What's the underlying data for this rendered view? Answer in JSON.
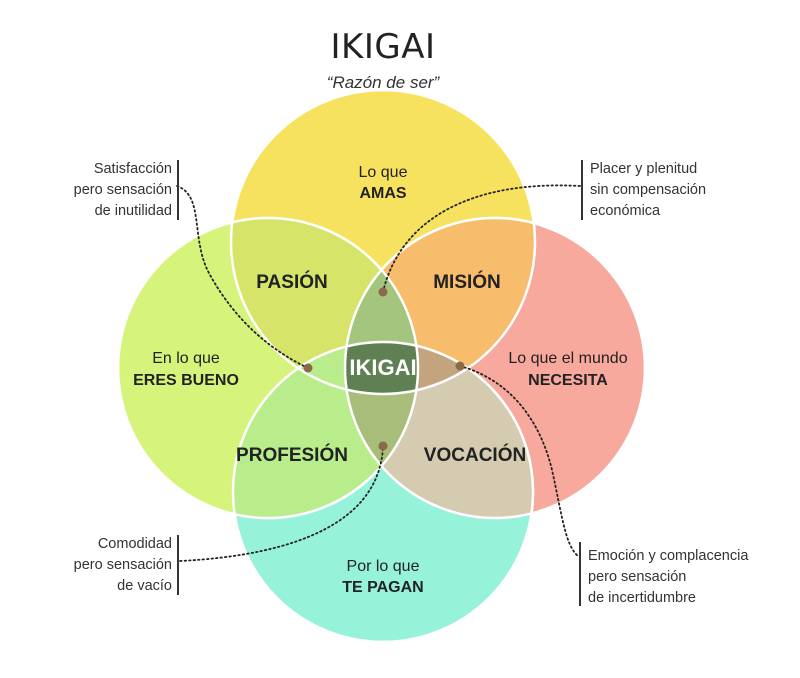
{
  "title": "IKIGAI",
  "subtitle": "“Razón de ser”",
  "circles": {
    "amas": {
      "line1": "Lo que",
      "line2": "AMAS",
      "color": "#f7e25f"
    },
    "necesita": {
      "line1": "Lo que el mundo",
      "line2": "NECESITA",
      "color": "#f8a99e"
    },
    "pagan": {
      "line1": "Por lo que",
      "line2": "TE PAGAN",
      "color": "#97f2da"
    },
    "bueno": {
      "line1": "En lo que",
      "line2": "ERES BUENO",
      "color": "#d6f47c"
    }
  },
  "overlaps": {
    "pasion": {
      "label": "PASIÓN",
      "color": "#d6e46a"
    },
    "mision": {
      "label": "MISIÓN",
      "color": "#f8bd6c"
    },
    "vocacion": {
      "label": "VOCACIÓN",
      "color": "#d5cbb1"
    },
    "profesion": {
      "label": "PROFESIÓN",
      "color": "#b9ec8a"
    }
  },
  "triples": {
    "top": {
      "color": "#c6b277"
    },
    "right": {
      "color": "#c4a37f"
    },
    "bottom": {
      "color": "#a9bd7a"
    },
    "left": {
      "color": "#a3c57e"
    }
  },
  "center": {
    "label": "IKIGAI",
    "color": "#5f8052"
  },
  "notes": {
    "top_left": [
      "Satisfacción",
      "pero sensación",
      "de inutilidad"
    ],
    "top_right": [
      "Placer y plenitud",
      "sin compensación",
      "económica"
    ],
    "bottom_left": [
      "Comodidad",
      "pero sensación",
      "de vacío"
    ],
    "bottom_right": [
      "Emoción y complacencia",
      "pero sensación",
      "de incertidumbre"
    ]
  },
  "colors": {
    "dotted_line": "#222222",
    "dot": "#8a6a48",
    "bracket": "#333333"
  }
}
